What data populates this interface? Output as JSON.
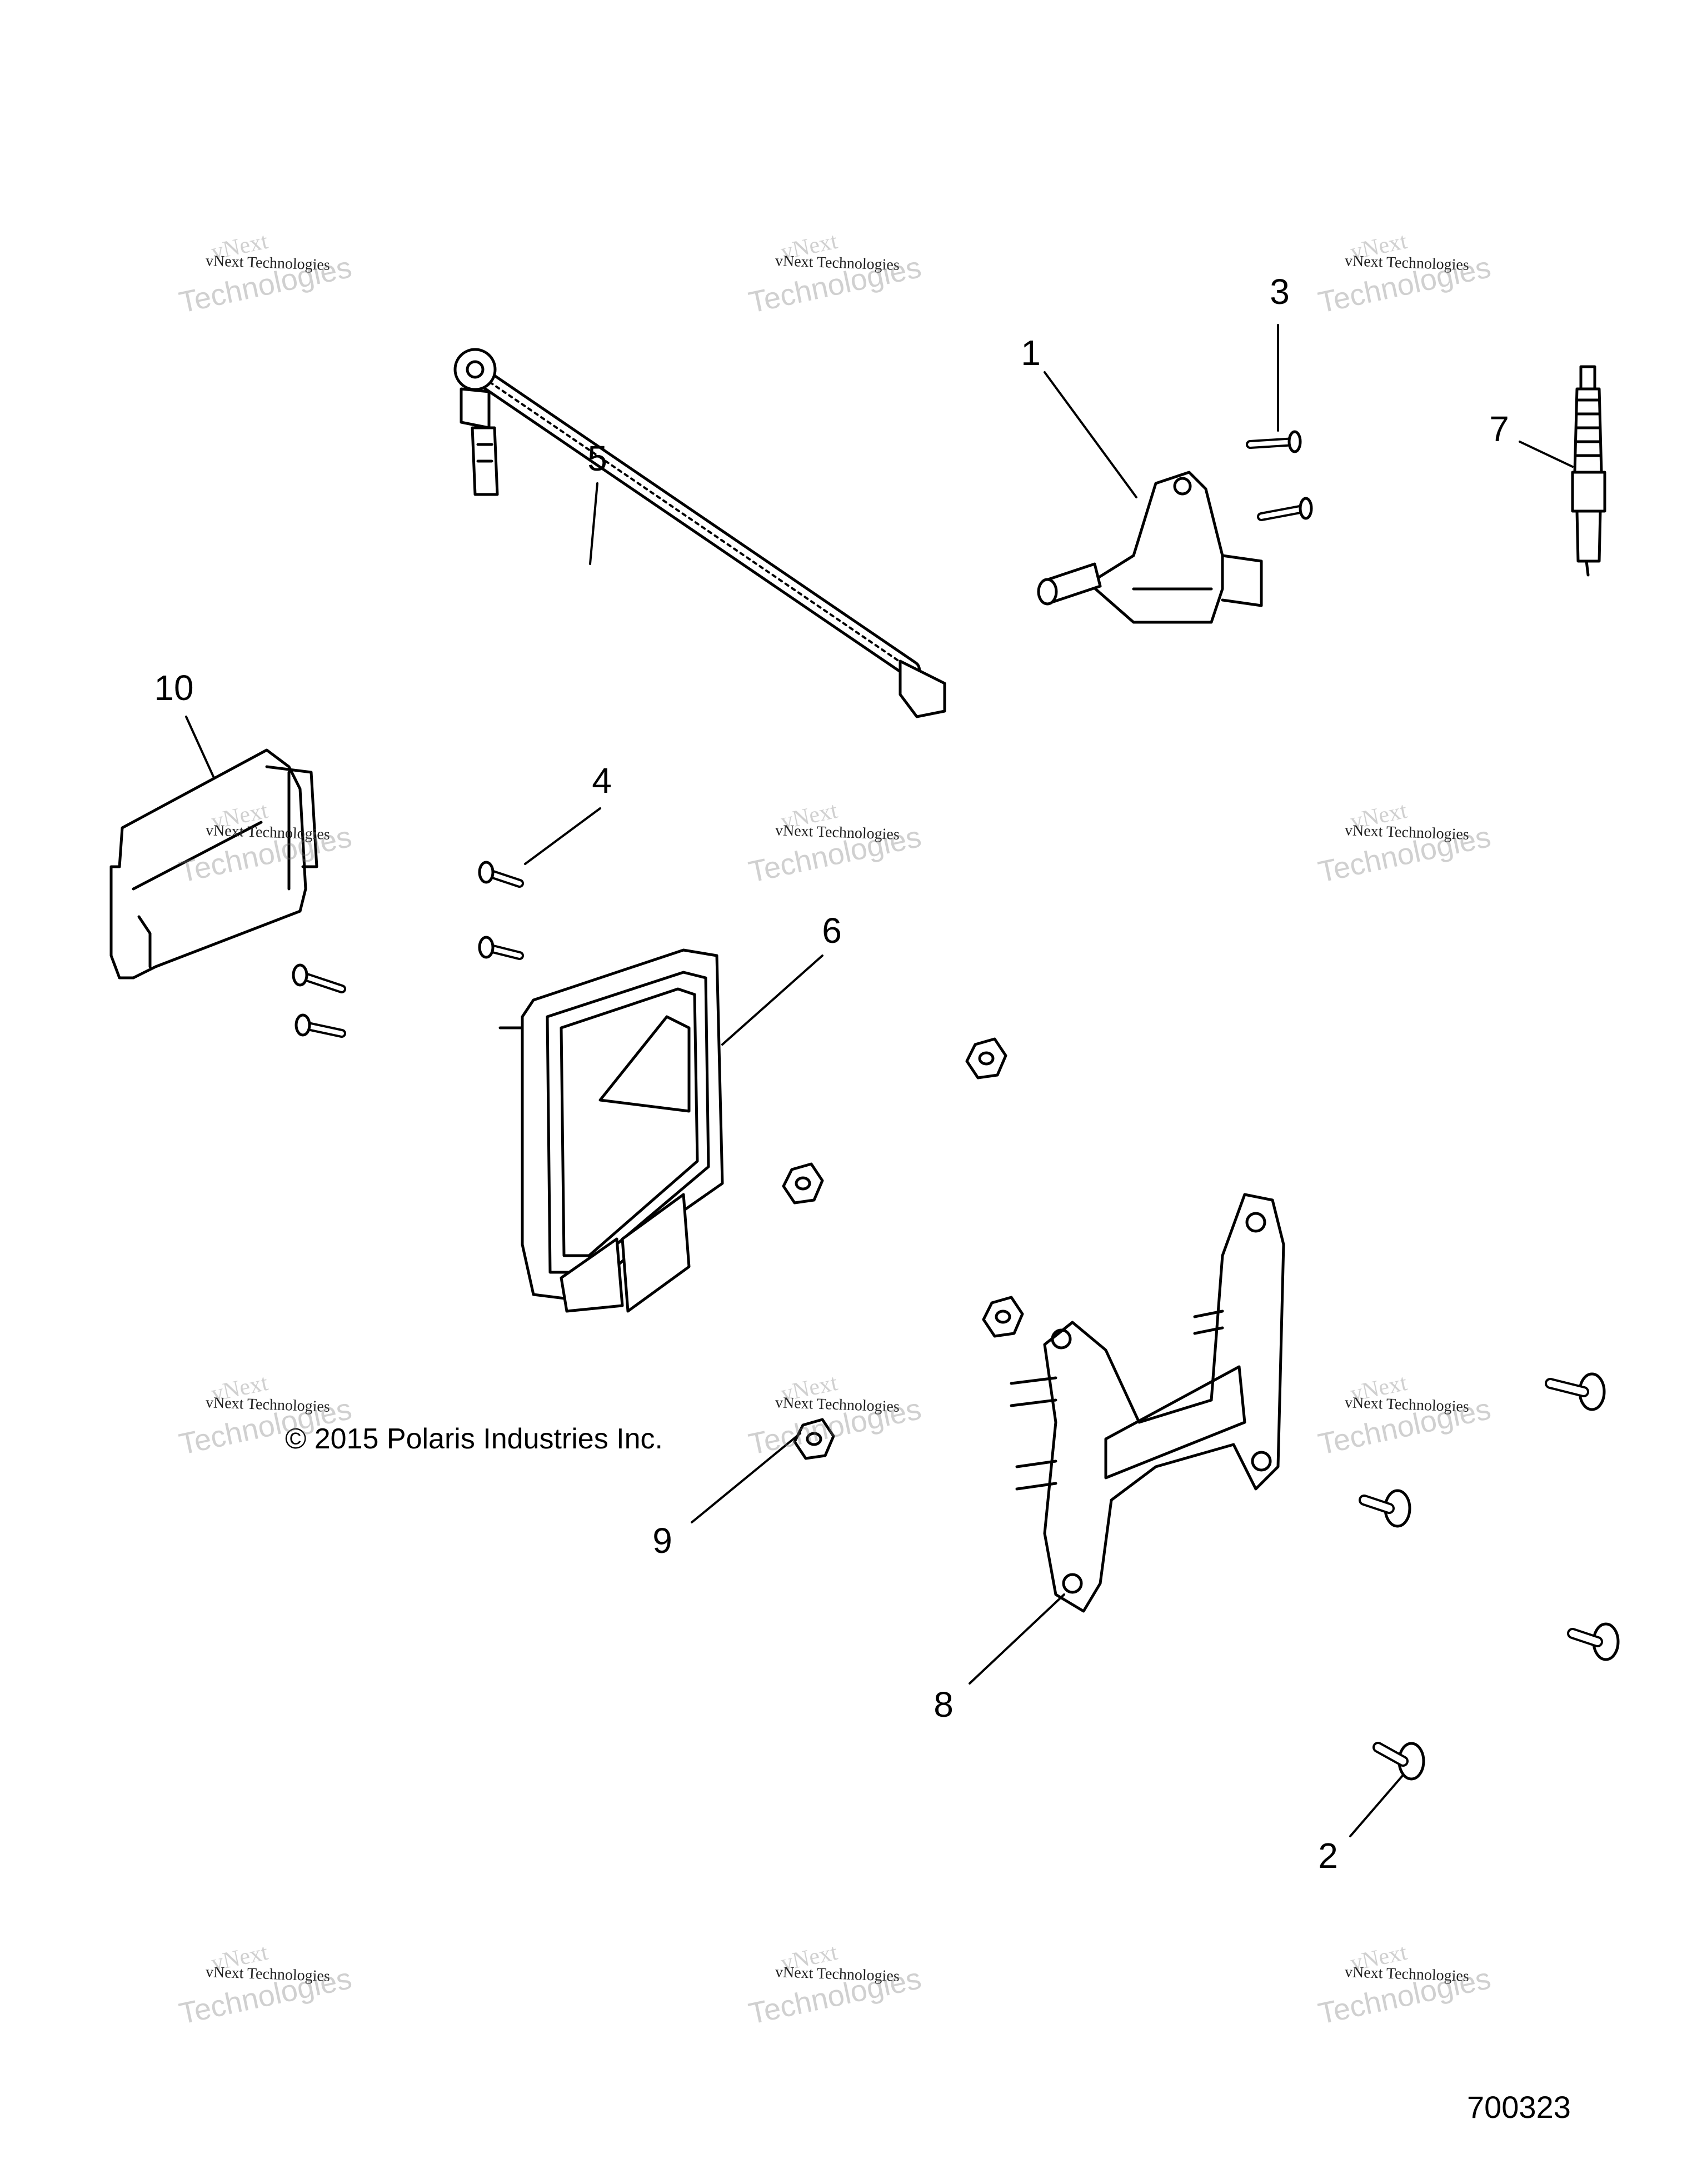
{
  "callouts": {
    "c1": "1",
    "c2": "2",
    "c3": "3",
    "c4": "4",
    "c5": "5",
    "c6": "6",
    "c7": "7",
    "c8": "8",
    "c9": "9",
    "c10": "10"
  },
  "copyright": "© 2015 Polaris Industries Inc.",
  "diagram_id": "700323",
  "watermark": {
    "line1": "vNext",
    "line2": "vNext Technologies",
    "line3": "Technologies"
  }
}
